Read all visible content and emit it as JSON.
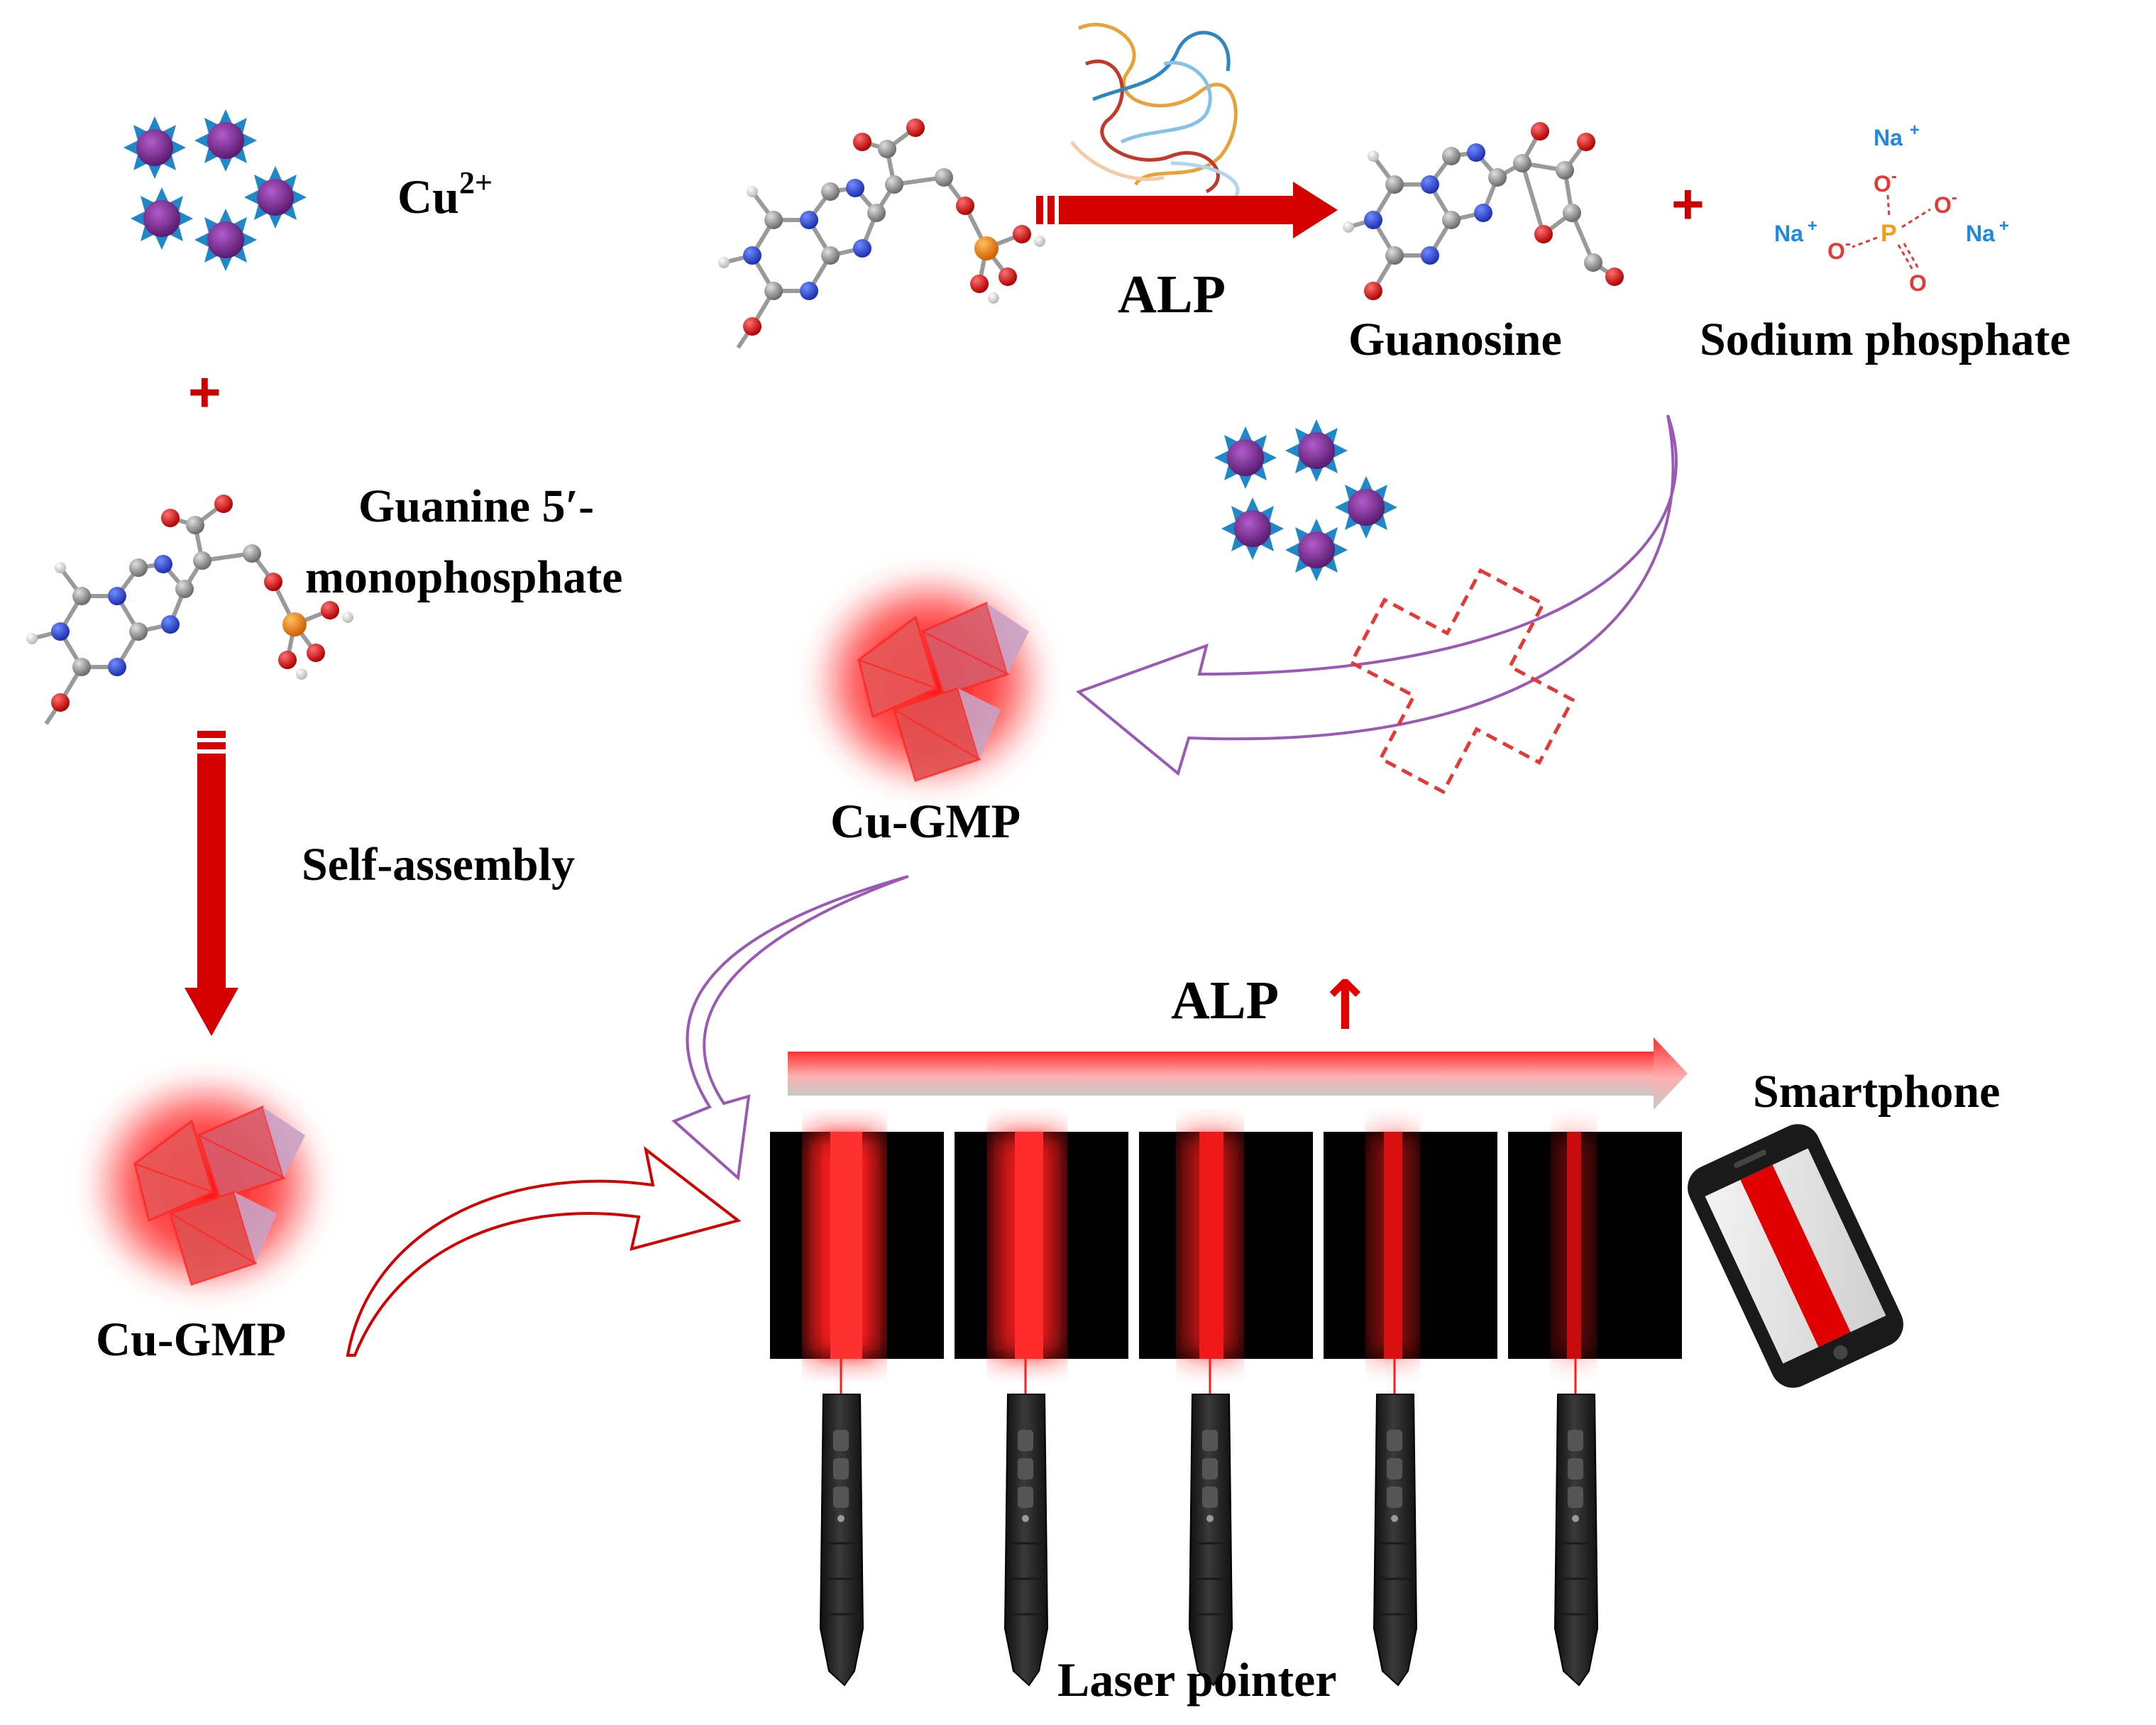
{
  "labels": {
    "cu_ion": "Cu",
    "cu_charge": "2+",
    "plus": "+",
    "gmp_line1": "Guanine 5′-",
    "gmp_line2": "monophosphate",
    "self_assembly": "Self-assembly",
    "cu_gmp_left": "Cu-GMP",
    "cu_gmp_mid": "Cu-GMP",
    "alp_top": "ALP",
    "guanosine": "Guanosine",
    "sodium_phosphate": "Sodium phosphate",
    "alp_scale": "ALP",
    "up_arrow": "↑",
    "smartphone": "Smartphone",
    "laser_pointer": "Laser pointer",
    "na": "Na",
    "na_charge": "+",
    "o_minus": "O",
    "o": "O",
    "p": "P",
    "minus": "-"
  },
  "colors": {
    "arrow_red": "#d40000",
    "curve_purple": "#9b59b6",
    "cu_star": "#1e88c8",
    "cu_core": "#7b2d8e",
    "laser_red": "#ff1a1a",
    "cross_red": "#e53935"
  },
  "laser_panels": {
    "beam_intensities": [
      1.0,
      0.9,
      0.75,
      0.55,
      0.4
    ]
  }
}
